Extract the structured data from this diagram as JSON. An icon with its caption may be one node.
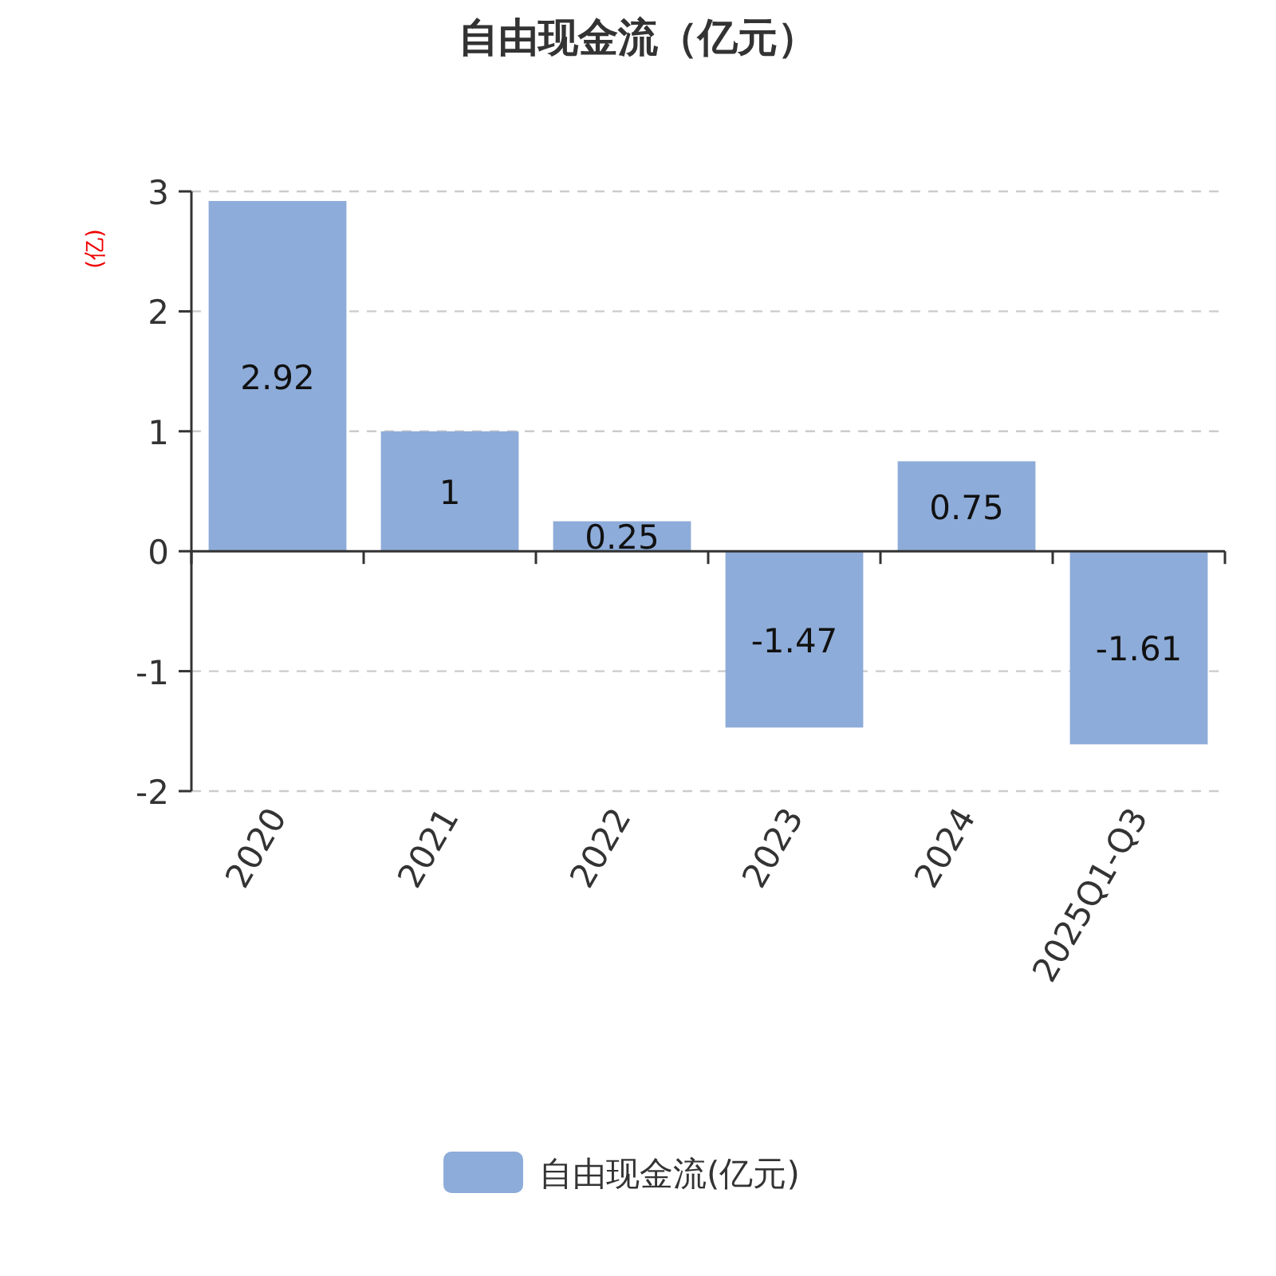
{
  "diagram": {
    "title": "自由现金流（亿元）",
    "chart_data": {
      "type": "bar",
      "ylabel": "(亿)",
      "categories": [
        "2020",
        "2021",
        "2022",
        "2023",
        "2024",
        "2025Q1-Q3"
      ],
      "series": [
        {
          "name": "自由现金流(亿元)",
          "color": "#8eacd9",
          "values": [
            2.92,
            1,
            0.25,
            -1.47,
            0.75,
            -1.61
          ]
        }
      ],
      "ylim": [
        -2,
        3
      ],
      "yticks": [
        -2,
        -1,
        0,
        1,
        2,
        3
      ],
      "data_labels": true,
      "grid": true
    }
  }
}
